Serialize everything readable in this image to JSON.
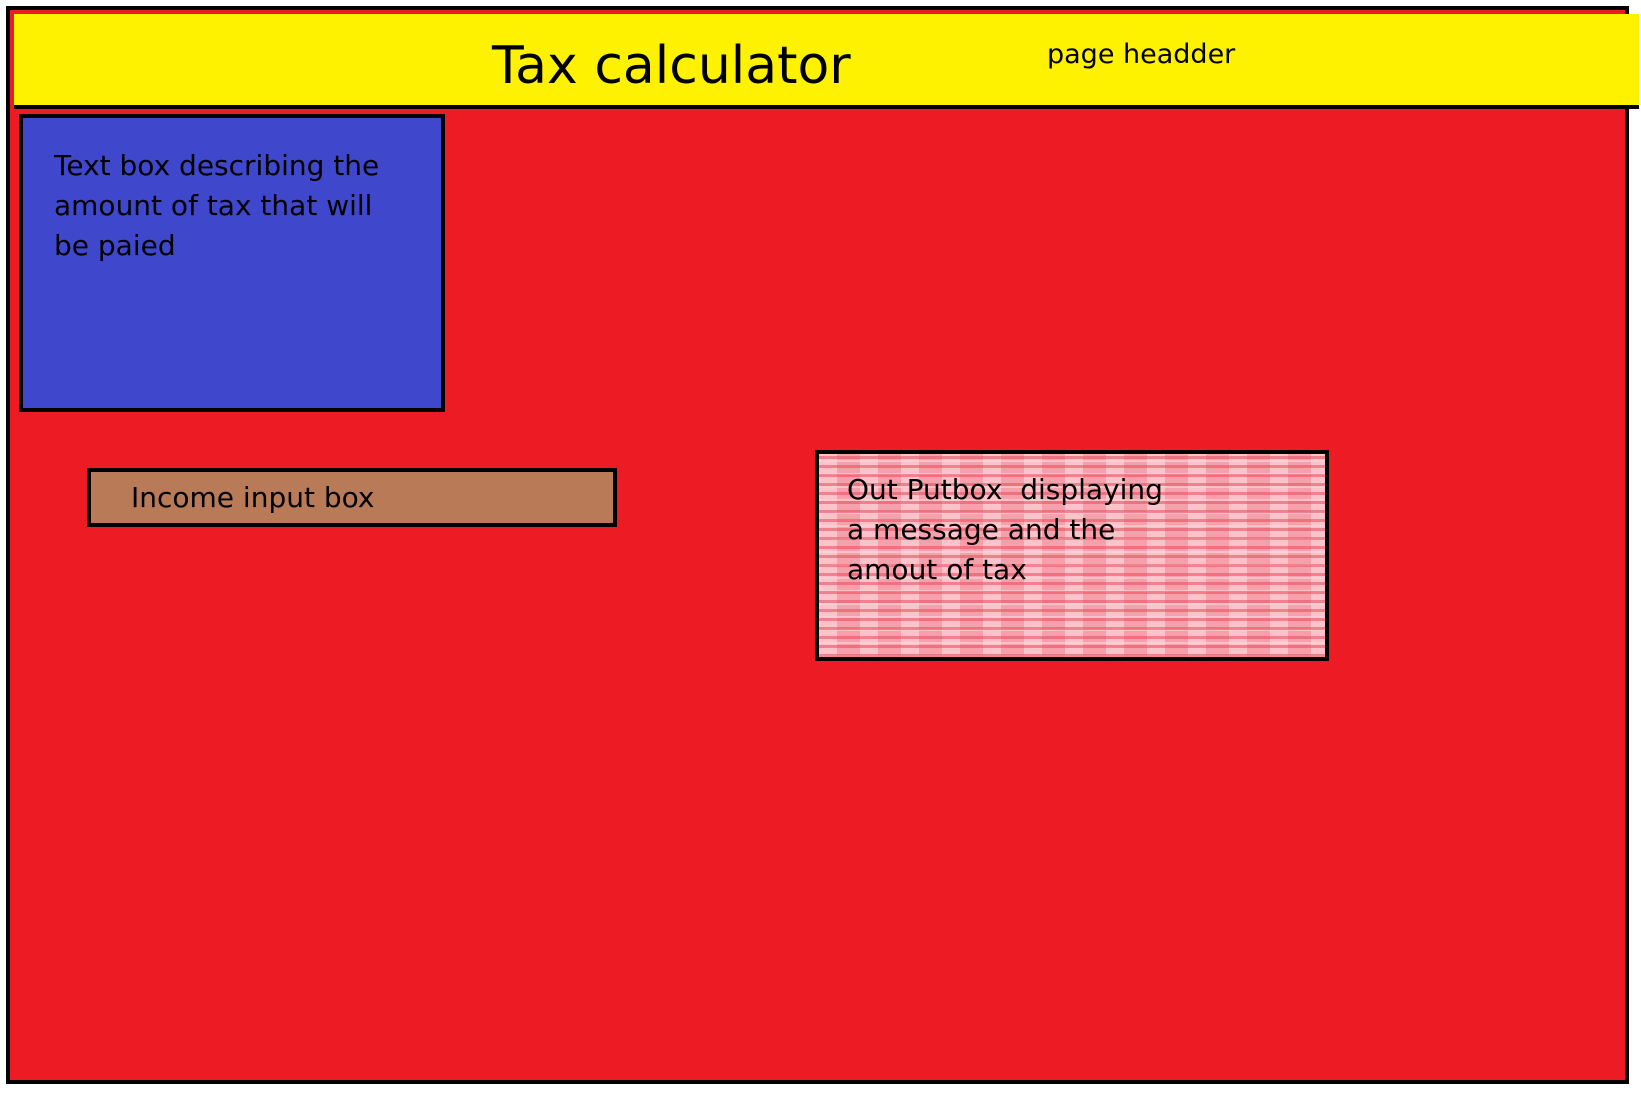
{
  "header": {
    "title": "Tax calculator",
    "note": "page headder"
  },
  "description_box": {
    "text": "Text box describing the amount of tax that will be paied"
  },
  "income_box": {
    "text": "Income input box"
  },
  "output_box": {
    "text": "Out Putbox  displaying a message and the amout of tax"
  },
  "colors": {
    "background": "#ed1c24",
    "header": "#fff200",
    "description_box": "#3f48cc",
    "income_box": "#b97a57",
    "output_box": "#f6a0ac",
    "border": "#000000"
  }
}
